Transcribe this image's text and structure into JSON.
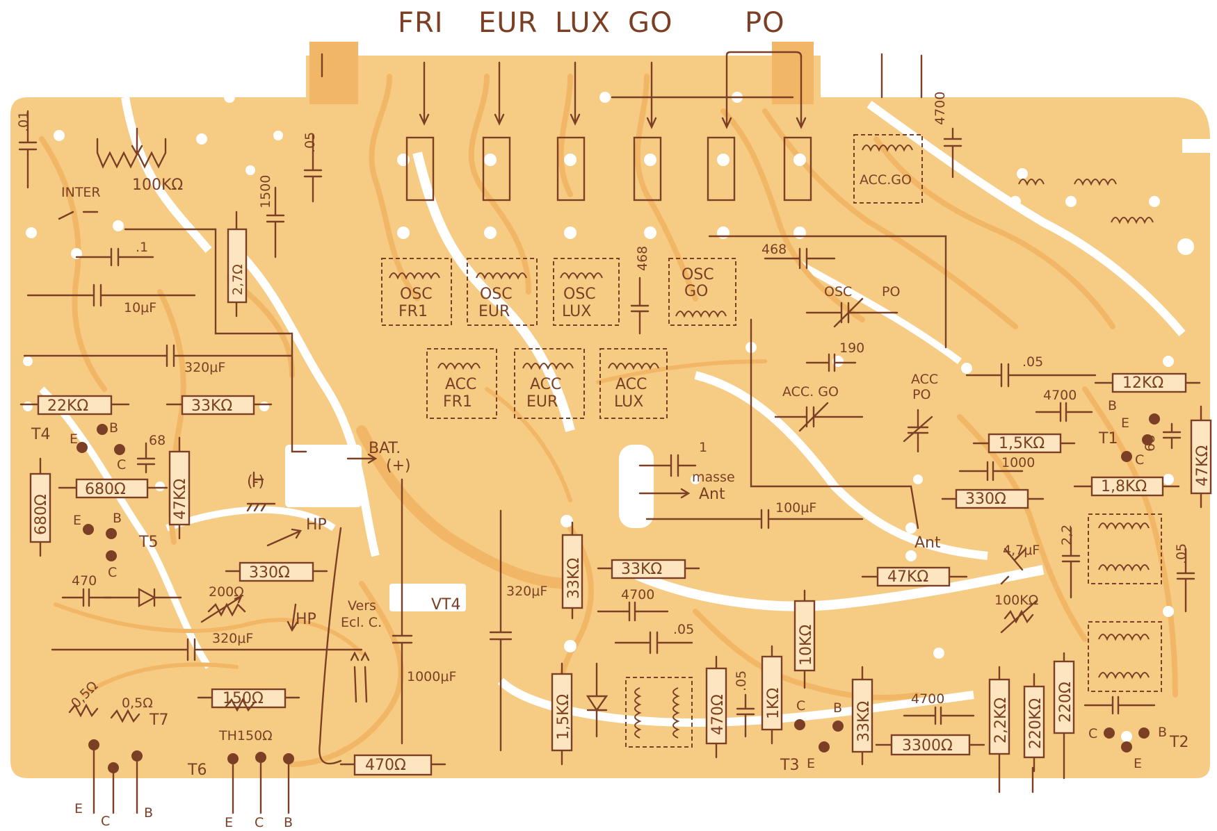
{
  "header": {
    "bands": [
      "FRI",
      "EUR",
      "LUX",
      "GO",
      "PO"
    ]
  },
  "modules": {
    "osc": [
      [
        "OSC",
        "FR1"
      ],
      [
        "OSC",
        "EUR"
      ],
      [
        "OSC",
        "LUX"
      ],
      [
        "OSC",
        "GO"
      ]
    ],
    "acc": [
      [
        "ACC",
        "FR1"
      ],
      [
        "ACC",
        "EUR"
      ],
      [
        "ACC",
        "LUX"
      ]
    ],
    "acc_go_top": "ACC.GO"
  },
  "resistors": {
    "r_2_7": "2,7Ω",
    "r_22k": "22KΩ",
    "r_33k_left": "33KΩ",
    "r_680_h": "680Ω",
    "r_680_v": "680Ω",
    "r_47k_left": "47KΩ",
    "r_330_hp": "330Ω",
    "r_150": "150Ω",
    "r_470": "470Ω",
    "r_33k_v": "33KΩ",
    "r_33k_mid": "33KΩ",
    "r_1_5k_v": "1,5KΩ",
    "r_470_v": "470Ω",
    "r_1k": "1KΩ",
    "r_10k": "10KΩ",
    "r_33k_t3": "33KΩ",
    "r_3300": "3300Ω",
    "r_2_2k": "2,2KΩ",
    "r_220k": "220KΩ",
    "r_220": "220Ω",
    "r_12k": "12KΩ",
    "r_1_5k_t1": "1,5KΩ",
    "r_1_8k": "1,8KΩ",
    "r_330_t1": "330Ω",
    "r_47k_right": "47KΩ",
    "r_47k_mid": "47KΩ"
  },
  "labels": {
    "pot_100k": "100KΩ",
    "inter": "INTER",
    "c_01": ".01",
    "c_05_top": ".05",
    "c_1500": "1500",
    "c_1": ".1",
    "c_10uf": "10μF",
    "c_320uf_top": "320μF",
    "c_68_left": "68",
    "c_470": "470",
    "pot_200": "200Ω",
    "c_320uf_bot": "320μF",
    "r_0_5_a": "0,5Ω",
    "r_0_5_b": "0,5Ω",
    "th150": "TH150Ω",
    "minus": "(-)",
    "bat": "BAT.",
    "bat_plus": "(+)",
    "hp1": "HP",
    "hp2": "HP",
    "vers": "Vers",
    "ecl": "Ecl. C.",
    "vt4": "VT4",
    "c_320uf_mid": "320μF",
    "c_1000uf": "1000μF",
    "c_468_a": "468",
    "c_468_b": "468",
    "c_1_mid": "1",
    "masse": "masse",
    "ant1": "Ant",
    "c_100uf": "100μF",
    "ant2": "Ant",
    "osc_po_1": "OSC",
    "osc_po_2": "PO",
    "c_190": "190",
    "acc_go": "ACC. GO",
    "acc_po_1": "ACC",
    "acc_po_2": "PO",
    "c_05_mid": ".05",
    "c_4700_t1": "4700",
    "c_4700_top": "4700",
    "c_1000": "1000",
    "c_68_right": "68",
    "c_4700_mid": "4700",
    "c_05_low": ".05",
    "c_05_t3": ".05",
    "c_4700_t3": "4700",
    "c_4_7": "4,7μF",
    "c_2_2": "2,2",
    "c_05_right": ".05",
    "pot_100k_right": "100KΩ"
  },
  "transistors": {
    "T4": "T4",
    "T5": "T5",
    "T7": "T7",
    "T6": "T6",
    "T1": "T1",
    "T2": "T2",
    "T3": "T3",
    "E": "E",
    "B": "B",
    "C": "C"
  }
}
